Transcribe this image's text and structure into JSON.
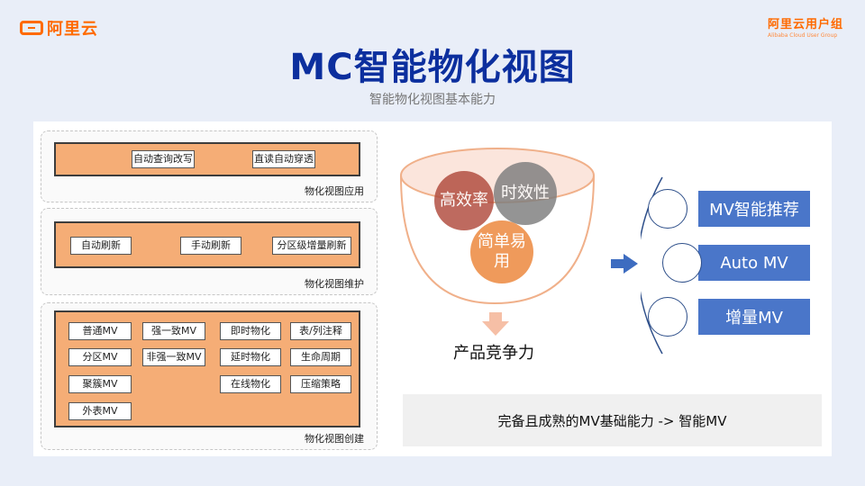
{
  "brand": {
    "left_logo_text": "阿里云",
    "right_logo_title": "阿里云用户组",
    "right_logo_sub": "Alibaba Cloud User Group",
    "accent": "#ff6a00"
  },
  "slide": {
    "title": "MC智能物化视图",
    "subtitle": "智能物化视图基本能力"
  },
  "groups": {
    "app": {
      "label": "物化视图应用",
      "items": [
        "自动查询改写",
        "直读自动穿透"
      ]
    },
    "maintain": {
      "label": "物化视图维护",
      "items": [
        "自动刷新",
        "手动刷新",
        "分区级增量刷新"
      ]
    },
    "create": {
      "label": "物化视图创建",
      "items": [
        "普通MV",
        "强一致MV",
        "即时物化",
        "表/列注释",
        "分区MV",
        "非强一致MV",
        "延时物化",
        "生命周期",
        "聚簇MV",
        "在线物化",
        "压缩策略",
        "外表MV"
      ]
    }
  },
  "funnel": {
    "bubbles": [
      {
        "text": "高效率",
        "color": "#b04a3c"
      },
      {
        "text": "时效性",
        "color": "#7d7d7d"
      },
      {
        "text": "简单易用",
        "color": "#ef9a5b"
      }
    ],
    "result": "产品竞争力"
  },
  "features": [
    "MV智能推荐",
    "Auto MV",
    "增量MV"
  ],
  "summary": "完备且成熟的MV基础能力 -> 智能MV",
  "colors": {
    "title": "#0c2f9e",
    "orange_box": "#f5ad76",
    "feature_bar": "#4a76c9"
  }
}
